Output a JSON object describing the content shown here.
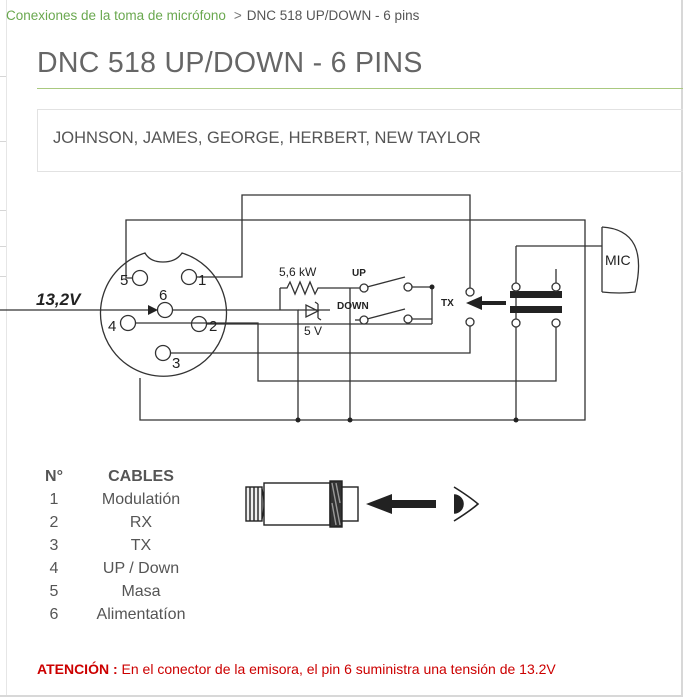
{
  "breadcrumb": {
    "parent": "Conexiones de la toma de micrófono",
    "separator": ">",
    "current": "DNC 518 UP/DOWN - 6 pins"
  },
  "page": {
    "title": "DNC 518 UP/DOWN - 6 PINS",
    "models": "JOHNSON, JAMES, GEORGE, HERBERT, NEW TAYLOR"
  },
  "schematic": {
    "voltage": "13,2V",
    "resistor": "5,6 kW",
    "zener": "5 V",
    "switch_up": "UP",
    "switch_down": "DOWN",
    "tx": "TX",
    "mic": "MIC",
    "pins": [
      "1",
      "2",
      "3",
      "4",
      "5",
      "6"
    ]
  },
  "table": {
    "header_num": "N°",
    "header_cables": "CABLES",
    "rows": [
      {
        "num": "1",
        "cable": "Modulatión"
      },
      {
        "num": "2",
        "cable": "RX"
      },
      {
        "num": "3",
        "cable": "TX"
      },
      {
        "num": "4",
        "cable": "UP / Down"
      },
      {
        "num": "5",
        "cable": "Masa"
      },
      {
        "num": "6",
        "cable": "Alimentatíon"
      }
    ]
  },
  "warning": {
    "label": "ATENCIÓN :",
    "text": "En el conector de la emisora, el pin 6 suministra una tensión de 13.2V"
  },
  "colors": {
    "accent_green": "#6aa84f",
    "warning_red": "#cc0000",
    "title_gray": "#666666"
  }
}
